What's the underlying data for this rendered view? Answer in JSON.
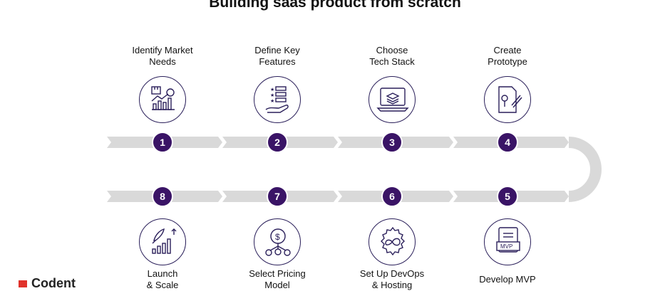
{
  "title": "Building saas product from scratch",
  "colors": {
    "accent": "#3a1466",
    "track": "#d9d9d9",
    "outline": "#2a1f5a"
  },
  "steps": [
    {
      "number": "1",
      "label_line1": "Identify Market",
      "label_line2": "Needs",
      "icon": "market-research-icon"
    },
    {
      "number": "2",
      "label_line1": "Define Key",
      "label_line2": "Features",
      "icon": "feature-list-icon"
    },
    {
      "number": "3",
      "label_line1": "Choose",
      "label_line2": "Tech Stack",
      "icon": "laptop-stack-icon"
    },
    {
      "number": "4",
      "label_line1": "Create",
      "label_line2": "Prototype",
      "icon": "prototype-document-icon"
    },
    {
      "number": "5",
      "label_line1": "Develop MVP",
      "label_line2": "",
      "icon": "mvp-document-icon"
    },
    {
      "number": "6",
      "label_line1": "Set Up DevOps",
      "label_line2": "& Hosting",
      "icon": "devops-gear-icon"
    },
    {
      "number": "7",
      "label_line1": "Select Pricing",
      "label_line2": "Model",
      "icon": "pricing-coin-icon"
    },
    {
      "number": "8",
      "label_line1": "Launch",
      "label_line2": "& Scale",
      "icon": "rocket-growth-icon"
    }
  ],
  "logo": {
    "text": "Codent"
  }
}
